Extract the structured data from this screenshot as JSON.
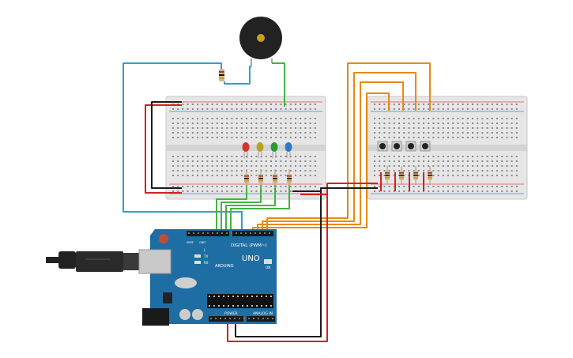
{
  "arduino": {
    "brand": "ARDUINO",
    "model": "UNO",
    "digital_label": "DIGITAL (PWM~)",
    "power_label": "POWER",
    "analog_label": "ANALOG IN",
    "aref_label": "AREF",
    "gnd_label": "GND",
    "tx_label": "TX",
    "rx_label": "RX",
    "on_label": "ON",
    "l_label": "L"
  },
  "colors": {
    "board_blue": "#1f6ea3",
    "breadboard": "#e6e6e6",
    "wire_blue": "#2f9fd6",
    "wire_green": "#43b343",
    "wire_orange": "#e88a14",
    "wire_red": "#d42020",
    "wire_black": "#1c1c1c",
    "led_red": "#d8302a",
    "led_yellow": "#b8a21c",
    "led_green": "#2a9a32",
    "led_blue": "#2a79c8"
  },
  "leds": [
    {
      "color": "#d8302a"
    },
    {
      "color": "#b8a21c"
    },
    {
      "color": "#2a9a32"
    },
    {
      "color": "#2a79c8"
    }
  ],
  "buttons_count": 4,
  "resistors_left_count": 4,
  "resistors_right_count": 4
}
